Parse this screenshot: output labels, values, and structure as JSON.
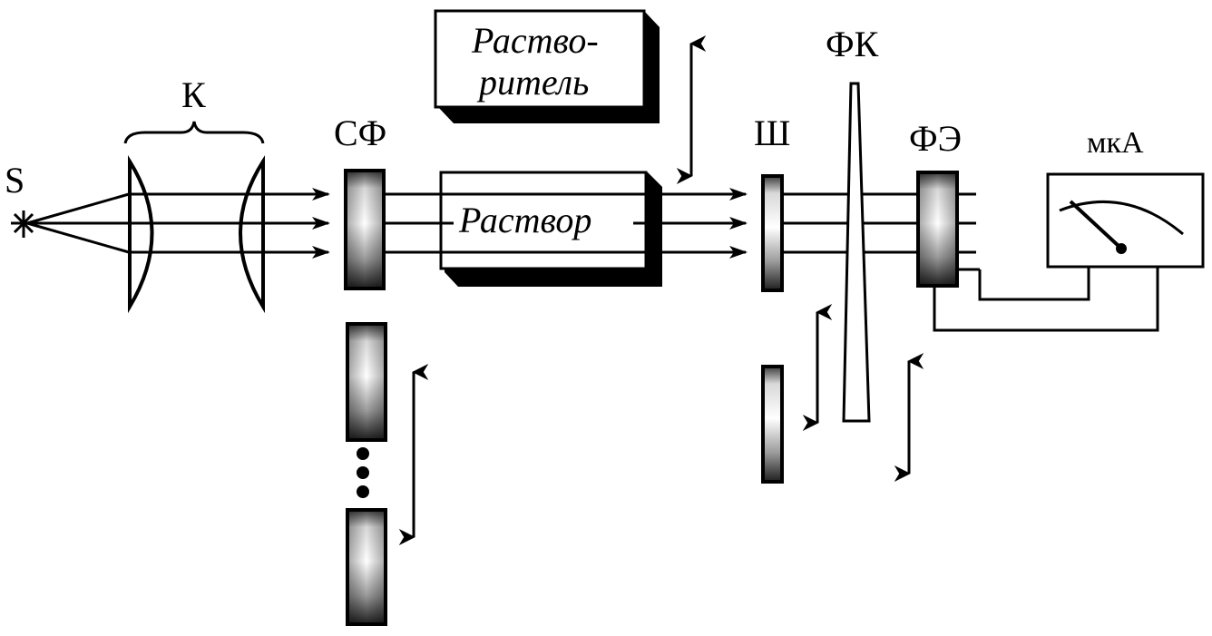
{
  "labels": {
    "source": "S",
    "condenser": "К",
    "filter": "СФ",
    "solvent_line1": "Раство-",
    "solvent_line2": "ритель",
    "solution": "Раствор",
    "slit": "Ш",
    "photometric_wedge": "ФК",
    "photocell": "ФЭ",
    "microammeter": "мкА"
  },
  "colors": {
    "line": "#000000",
    "background": "#ffffff",
    "shadow": "#000000"
  }
}
